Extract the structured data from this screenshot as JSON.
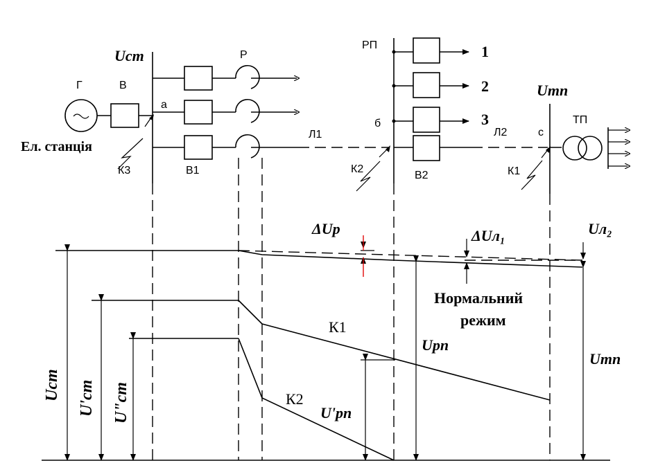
{
  "labels": {
    "u_st_top": "Uст",
    "g": "Г",
    "v": "В",
    "p": "Р",
    "a": "а",
    "el_station": "Ел. станція",
    "k3": "К3",
    "v1": "В1",
    "l1": "Л1",
    "rp": "РП",
    "b": "б",
    "k2_top": "К2",
    "v2": "В2",
    "out1": "1",
    "out2": "2",
    "out3": "3",
    "l2": "Л2",
    "c": "с",
    "k1_top": "К1",
    "u_tp_top": "Uтп",
    "tp": "ТП",
    "delta_ur": "ΔUр",
    "delta_ul1": "ΔUл₁",
    "u_l2": "Uл₂",
    "normal_mode_line1": "Нормальний",
    "normal_mode_line2": "режим",
    "k1_curve": "К1",
    "k2_curve": "К2",
    "u_rp": "Uрп",
    "u_rp_prime": "U'рп",
    "u_tp_bottom": "Uтп",
    "u_st": "Uст",
    "u_st_prime": "U'ст",
    "u_st_dprime": "U\"ст"
  },
  "colors": {
    "line": "#000000",
    "marker": "#ff0000",
    "background": "#ffffff"
  },
  "icons": {
    "generator": "generator-icon",
    "reactor": "reactor-icon",
    "transformer": "transformer-icon",
    "short_circuit": "lightning-icon"
  }
}
